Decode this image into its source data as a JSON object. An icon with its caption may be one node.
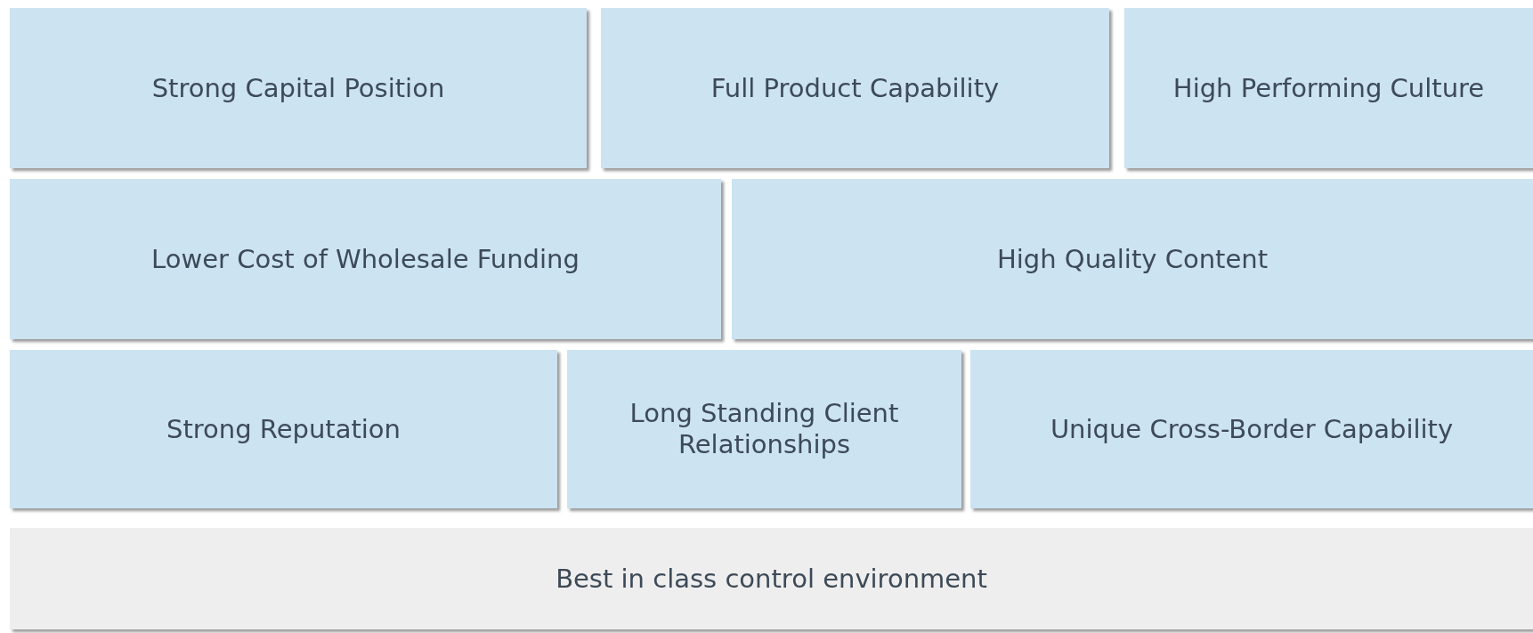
{
  "diagram": {
    "nodes": [
      {
        "text": [
          "Strong Capital Position"
        ]
      },
      {
        "text": [
          "Full Product Capability"
        ]
      },
      {
        "text": [
          "High Performing Culture"
        ]
      },
      {
        "text": [
          "Lower Cost of Wholesale Funding"
        ]
      },
      {
        "text": [
          "High Quality Content"
        ]
      },
      {
        "text": [
          "Strong Reputation"
        ]
      },
      {
        "text": [
          "Long Standing Client Relationships"
        ]
      },
      {
        "text": [
          "Unique Cross-Border Capability"
        ]
      },
      {
        "text": [
          "Best in class control environment"
        ]
      }
    ]
  }
}
